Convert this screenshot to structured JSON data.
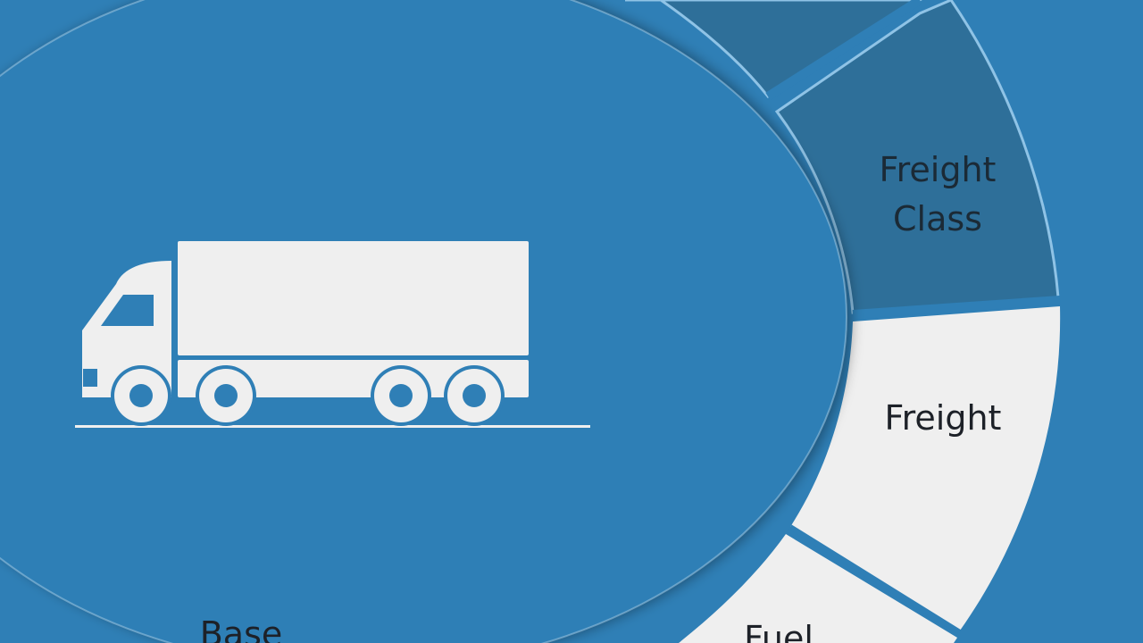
{
  "segments": {
    "freight_class": {
      "line1": "Freight",
      "line2": "Class"
    },
    "freight": {
      "label": "Freight"
    },
    "fuel": {
      "label": "Fuel"
    },
    "base": {
      "label": "Base"
    }
  },
  "colors": {
    "background": "#2f7fb6",
    "segment_dark": "#2e6f99",
    "segment_light": "#efefef",
    "truck": "#efefef"
  },
  "icons": {
    "truck": "truck-icon"
  }
}
